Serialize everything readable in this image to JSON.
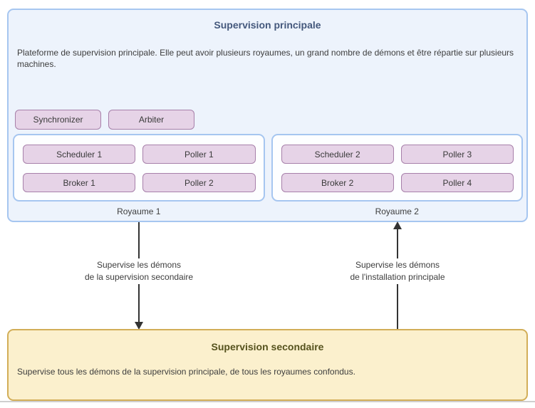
{
  "main_panel": {
    "title": "Supervision principale",
    "description": "Plateforme de supervision principale. Elle peut avoir plusieurs royaumes, un grand nombre de démons et être répartie sur plusieurs machines.",
    "top_daemons": [
      "Synchronizer",
      "Arbiter"
    ],
    "realms": [
      {
        "label": "Royaume 1",
        "daemons": [
          "Scheduler 1",
          "Poller 1",
          "Broker 1",
          "Poller 2"
        ]
      },
      {
        "label": "Royaume 2",
        "daemons": [
          "Scheduler 2",
          "Poller 3",
          "Broker 2",
          "Poller 4"
        ]
      }
    ]
  },
  "arrows": [
    {
      "direction": "down",
      "label_lines": [
        "Supervise les démons",
        "de la supervision secondaire"
      ]
    },
    {
      "direction": "up",
      "label_lines": [
        "Supervise les démons",
        "de l'installation principale"
      ]
    }
  ],
  "secondary_panel": {
    "title": "Supervision secondaire",
    "description": "Supervise tous les démons de la supervision principale, de tous les royaumes confondus."
  },
  "colors": {
    "primary_panel_bg": "#edf3fc",
    "primary_panel_border": "#a6c6f0",
    "primary_title_text": "#44587c",
    "daemon_bg": "#e6d3e7",
    "daemon_border": "#a780aa",
    "realm_bg": "#fdfeff",
    "realm_border": "#a6c6f0",
    "secondary_panel_bg": "#fbf0cd",
    "secondary_panel_border": "#d2ae58",
    "secondary_title_text": "#55521d",
    "body_text": "#3d3d3d",
    "arrow": "#333333"
  }
}
